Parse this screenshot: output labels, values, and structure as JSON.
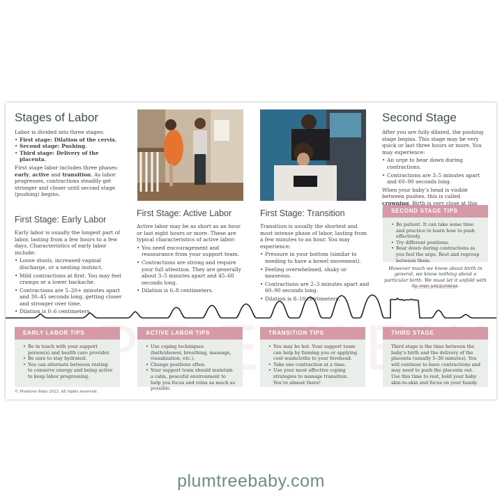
{
  "col1": {
    "title": "Stages of Labor",
    "intro": "Labor is divided into three stages:",
    "stages": [
      {
        "label": "First stage:",
        "text": " Dilation of the cervix."
      },
      {
        "label": "Second stage:",
        "text": " Pushing."
      },
      {
        "label": "Third stage:",
        "text": " Delivery of the placenta."
      }
    ],
    "phases_a": "First stage labor includes three phases: ",
    "phases_b1": "early",
    "phases_c": ", ",
    "phases_b2": "active",
    "phases_d": " and ",
    "phases_b3": "transition",
    "phases_e": ". As labor progresses, contractions steadily get stronger and closer until second stage (pushing) begins.",
    "early_title": "First Stage: Early Labor",
    "early_intro": "Early labor is usually the longest part of labor, lasting from a few hours to a few days. Characteristics of early labor include:",
    "early_items": [
      "Loose stools, increased vaginal discharge, or a nesting instinct.",
      "Mild contractions at first. You may feel cramps or a lower backache.",
      "Contractions are 5–20+ minutes apart and 30–45 seconds long, getting closer and stronger over time.",
      "Dilation is 0–6 centimeters."
    ]
  },
  "col2": {
    "title": "First Stage: Active Labor",
    "intro": "Active labor may be as short as an hour or last eight hours or more. These are typical characteristics of active labor:",
    "items": [
      "You need encouragement and reassurance from your support team.",
      "Contractions are strong and require your full attention. They are generally about 3–5 minutes apart and 45–60 seconds long.",
      "Dilation is 6–8 centimeters."
    ]
  },
  "col3": {
    "title": "First Stage: Transition",
    "intro": "Transition is usually the shortest and most intense phase of labor, lasting from a few minutes to an hour. You may experience:",
    "items": [
      "Pressure in your bottom (similar to needing to have a bowel movement).",
      "Feeling overwhelmed, shaky or nauseous.",
      "Contractions are 2–3 minutes apart and 60–90 seconds long.",
      "Dilation is 8–10 centimeters."
    ]
  },
  "col4": {
    "title": "Second Stage",
    "intro": "After you are fully dilated, the pushing stage begins. This stage may be very quick or last three hours or more. You may experience:",
    "items": [
      "An urge to bear down during contractions.",
      "Contractions are 3–5 minutes apart and 60–90 seconds long."
    ],
    "crown_a": "When your baby’s head is visible between pushes, this is called ",
    "crown_b": "crowning",
    "crown_c": ". Birth is very close at this point. Gentle pushes help ease out your baby’s head and body.",
    "tips_title": "SECOND STAGE TIPS",
    "tips": [
      "Be patient. It can take some time and practice to learn how to push effectively.",
      "Try different positions.",
      "Bear down during contractions as you feel the urge. Rest and regroup between them."
    ],
    "quote": "However much we know about birth in general, we know nothing about a particular birth. We must let it unfold with its own uniqueness.",
    "quote_author": "ELIZABETH NOBLE"
  },
  "bottom": {
    "early_title": "EARLY LABOR TIPS",
    "early_items": [
      "Be in touch with your support person(s) and health care provider.",
      "Be sure to stay hydrated.",
      "You can alternate between resting to conserve energy and being active to keep labor progressing."
    ],
    "active_title": "ACTIVE LABOR TIPS",
    "active_items": [
      "Use coping techniques (bath/shower, breathing, massage, visualization, etc.).",
      "Change positions often.",
      "Your support team should maintain a calm, peaceful environment to help you focus and relax as much as possible."
    ],
    "transition_title": "TRANSITION TIPS",
    "transition_items": [
      "You may be hot. Your support team can help by fanning you or applying cool washcloths to your forehead.",
      "Take one contraction at a time.",
      "Use your most effective coping strategies to manage transition. You’re almost there!"
    ],
    "third_title": "THIRD STAGE",
    "third_text": "Third stage is the time between the baby’s birth and the delivery of the placenta (usually 5–30 minutes). You will continue to have contractions and may need to push the placenta out. Use this time to rest, hold your baby skin-to-skin and focus on your family."
  },
  "copyright": "© Plumtree Baby 2022. All rights reserved.",
  "watermark": "PREVIEW",
  "site": "plumtreebaby.com",
  "colors": {
    "heading": "#3f5048",
    "accent": "#d59aa6",
    "tipbg": "#eaeeea",
    "url": "#6f8f7a"
  }
}
